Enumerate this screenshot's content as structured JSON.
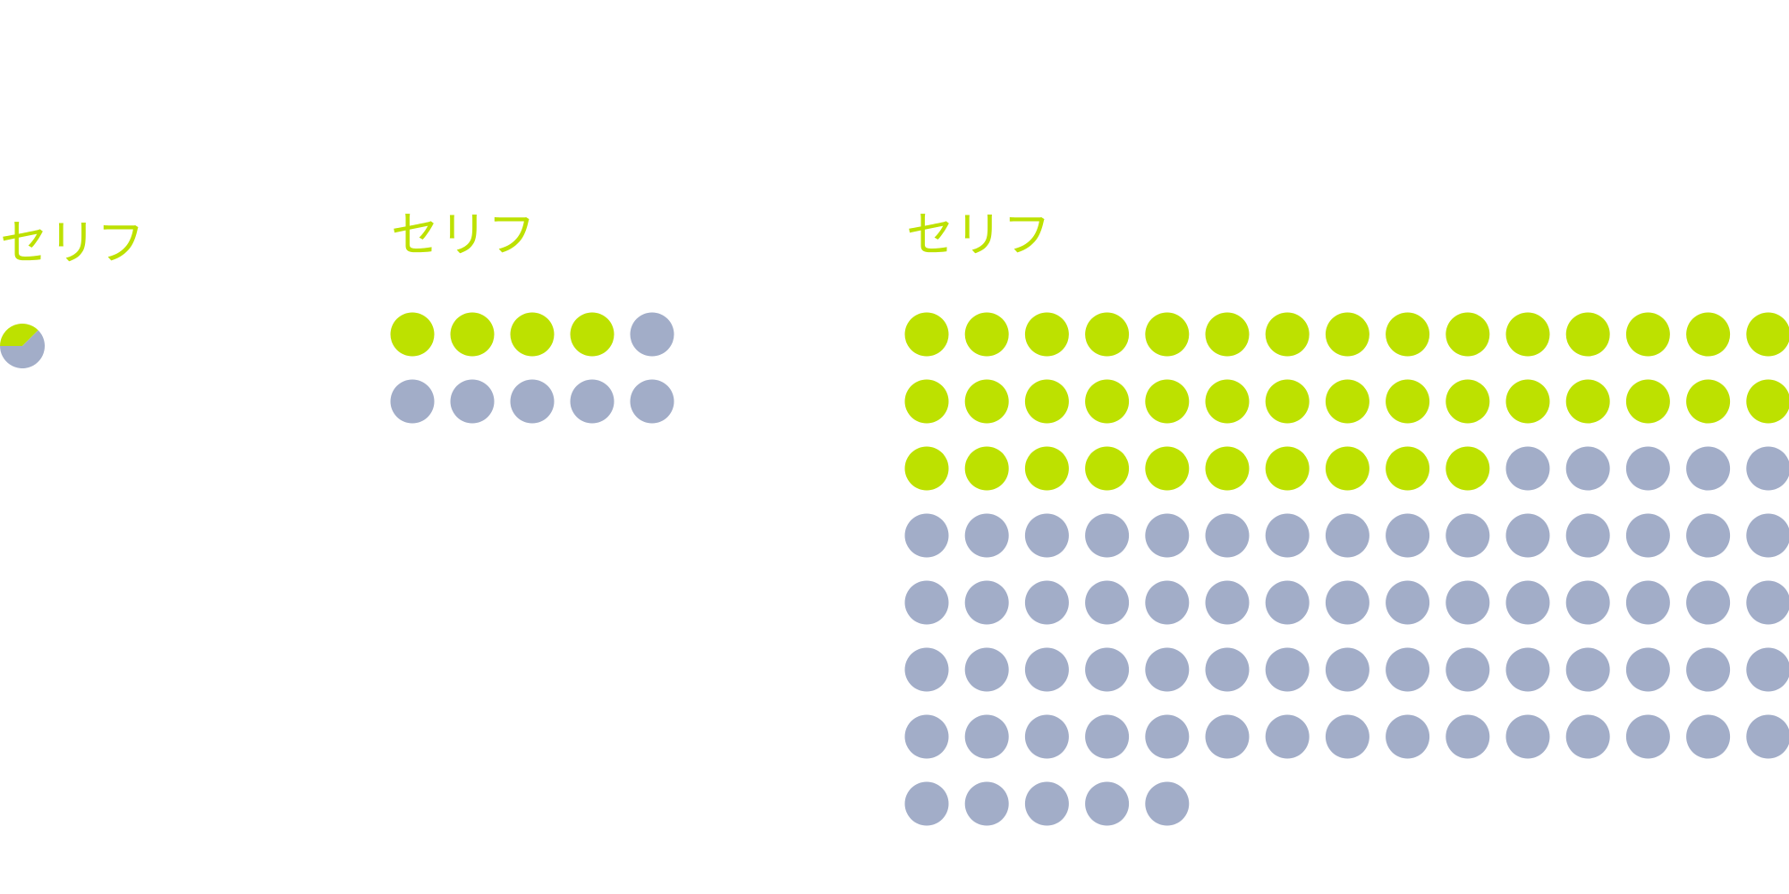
{
  "palette": {
    "accent": "#BDE100",
    "muted": "#A2ADC8"
  },
  "chart_data": [
    {
      "type": "pie",
      "title": "セリフ",
      "values": [
        0.375,
        0.625
      ],
      "slice_colors": [
        "#BDE100",
        "#A2ADC8"
      ]
    },
    {
      "type": "dot-grid",
      "title": "セリフ",
      "filled": 4,
      "total": 10,
      "columns": 5,
      "colors": {
        "filled": "#BDE100",
        "empty": "#A2ADC8"
      }
    },
    {
      "type": "dot-grid",
      "title": "セリフ",
      "filled": 40,
      "total": 110,
      "columns": 15,
      "colors": {
        "filled": "#BDE100",
        "empty": "#A2ADC8"
      }
    }
  ]
}
